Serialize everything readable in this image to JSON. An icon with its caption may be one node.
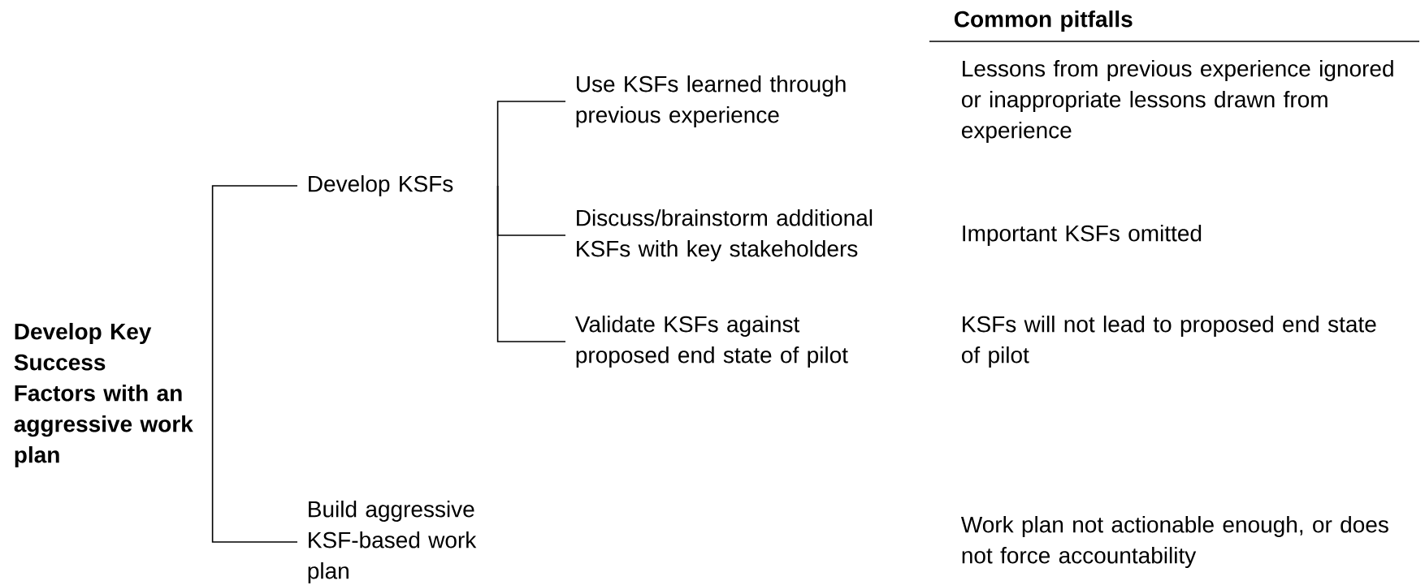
{
  "diagram": {
    "nodes": [
      {
        "text": [
          "Develop Key Success Factors with an aggressive work plan"
        ]
      },
      {
        "text": [
          "Develop KSFs"
        ]
      },
      {
        "text": [
          "Build aggressive KSF-based work plan"
        ]
      },
      {
        "text": [
          "Use KSFs learned through previous experience"
        ]
      },
      {
        "text": [
          "Discuss/brainstorm additional KSFs with key stakeholders"
        ]
      },
      {
        "text": [
          "Validate KSFs against proposed end state of pilot"
        ]
      }
    ],
    "edges": [
      {
        "from": 0,
        "to": 1,
        "arrow": "none"
      },
      {
        "from": 0,
        "to": 2,
        "arrow": "none"
      },
      {
        "from": 1,
        "to": 3,
        "arrow": "none"
      },
      {
        "from": 1,
        "to": 4,
        "arrow": "none"
      },
      {
        "from": 1,
        "to": 5,
        "arrow": "none"
      }
    ],
    "labels": [
      "Common pitfalls",
      "Lessons from previous experience ignored or inappropriate lessons drawn from experience",
      "Important KSFs omitted",
      "KSFs will not lead to proposed end state of pilot",
      "Work plan not actionable enough, or does not force accountability"
    ]
  }
}
